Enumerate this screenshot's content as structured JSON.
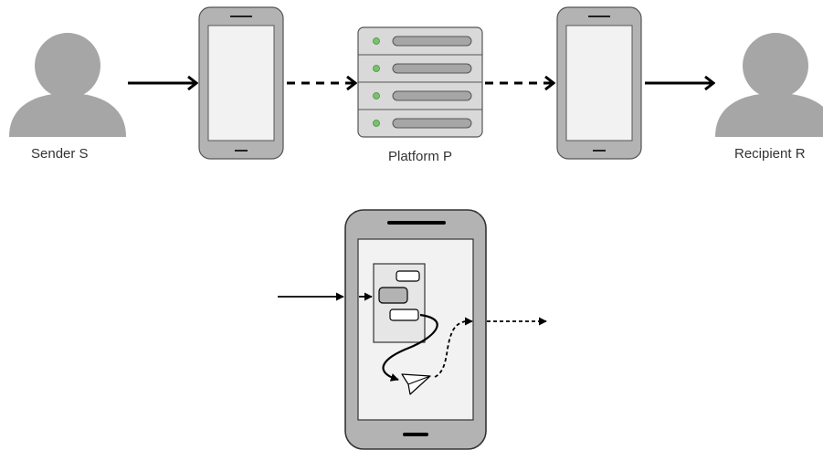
{
  "nodes": {
    "sender": {
      "label": "Sender S",
      "icon": "person-icon"
    },
    "sender_phone": {
      "icon": "smartphone-icon"
    },
    "platform": {
      "label": "Platform P",
      "icon": "server-icon"
    },
    "recipient_phone": {
      "icon": "smartphone-icon"
    },
    "recipient": {
      "label": "Recipient R",
      "icon": "person-icon"
    }
  },
  "detail": {
    "phone_icon": "smartphone-icon",
    "ui_icon": "chat-window-icon",
    "send_icon": "paper-plane-icon"
  },
  "colors": {
    "person": "#a6a6a6",
    "phone_body": "#b3b3b3",
    "screen": "#f2f2f2",
    "stroke": "#000000",
    "server_body": "#d9d9d9",
    "server_led": "#77c26b"
  }
}
